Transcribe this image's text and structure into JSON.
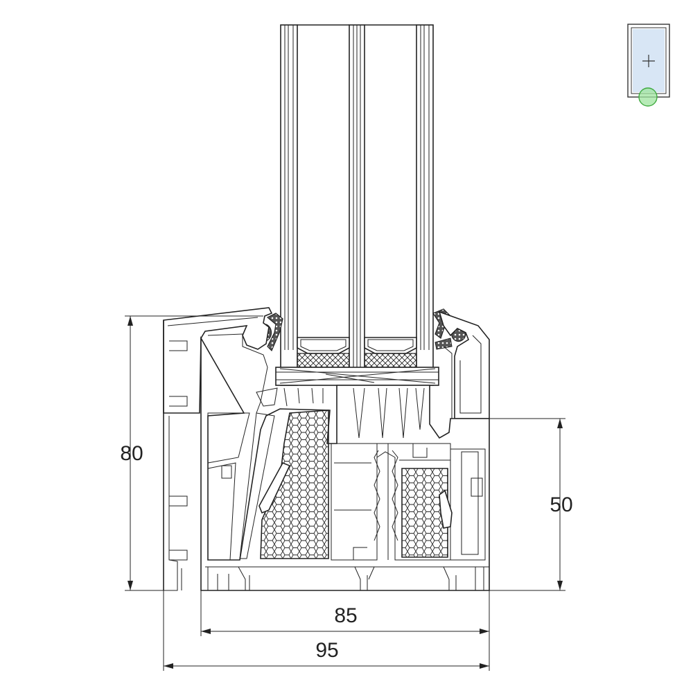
{
  "dimensions": {
    "overall_height": "80",
    "sash_height": "50",
    "frame_depth": "85",
    "overall_depth": "95"
  },
  "indicator": {
    "icon": "window-position-icon",
    "marker_color": "#9fe49f",
    "glass_color": "#d8e6f5"
  },
  "colors": {
    "line": "#222222",
    "background": "#ffffff"
  }
}
